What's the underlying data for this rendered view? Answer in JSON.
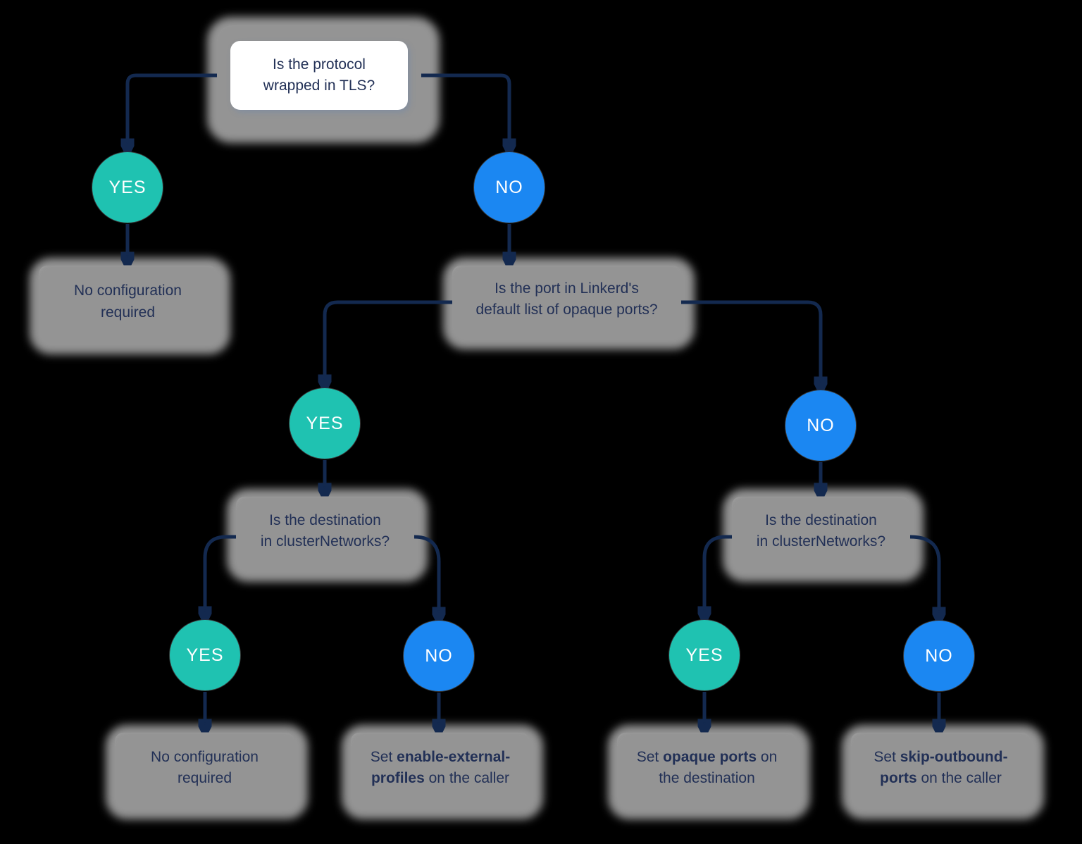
{
  "diagram_type": "decision-tree-flowchart",
  "colors": {
    "background": "#000000",
    "yes_circle": "#1fc2b1",
    "no_circle": "#1b87f2",
    "connector": "#13294f",
    "box_text": "#223056",
    "box_background": "#ffffff",
    "root_highlight": "#ddeafa",
    "halo": "#949494"
  },
  "badges": {
    "yes": "YES",
    "no": "NO"
  },
  "nodes": {
    "root": {
      "text": "Is the protocol wrapped in TLS?",
      "lines": [
        [
          {
            "t": "Is the protocol"
          }
        ],
        [
          {
            "t": "wrapped in TLS?"
          }
        ]
      ]
    },
    "no_config_top": {
      "text": "No configuration required",
      "lines": [
        [
          {
            "t": "No configuration"
          }
        ],
        [
          {
            "t": "required"
          }
        ]
      ]
    },
    "opaque_ports_question": {
      "text": "Is the port in Linkerd's default list of opaque ports?",
      "lines": [
        [
          {
            "t": "Is the port in Linkerd's"
          }
        ],
        [
          {
            "t": "default list of opaque ports?"
          }
        ]
      ]
    },
    "cluster_networks_left": {
      "text": "Is the destination in clusterNetworks?",
      "lines": [
        [
          {
            "t": "Is the destination"
          }
        ],
        [
          {
            "t": "in clusterNetworks?"
          }
        ]
      ]
    },
    "cluster_networks_right": {
      "text": "Is the destination in clusterNetworks?",
      "lines": [
        [
          {
            "t": "Is the destination"
          }
        ],
        [
          {
            "t": "in clusterNetworks?"
          }
        ]
      ]
    },
    "no_config_bottom": {
      "text": "No configuration required",
      "lines": [
        [
          {
            "t": "No configuration"
          }
        ],
        [
          {
            "t": "required"
          }
        ]
      ]
    },
    "enable_external_profiles": {
      "text": "Set enable-external-profiles on the caller",
      "lines": [
        [
          {
            "t": "Set "
          },
          {
            "t": "enable-external-",
            "b": true
          }
        ],
        [
          {
            "t": "profiles",
            "b": true
          },
          {
            "t": " on the caller"
          }
        ]
      ]
    },
    "opaque_ports_destination": {
      "text": "Set opaque ports on the destination",
      "lines": [
        [
          {
            "t": "Set "
          },
          {
            "t": "opaque ports",
            "b": true
          },
          {
            "t": " on"
          }
        ],
        [
          {
            "t": "the destination"
          }
        ]
      ]
    },
    "skip_outbound_ports": {
      "text": "Set skip-outbound-ports on the caller",
      "lines": [
        [
          {
            "t": "Set "
          },
          {
            "t": "skip-outbound-",
            "b": true
          }
        ],
        [
          {
            "t": "ports",
            "b": true
          },
          {
            "t": " on the caller"
          }
        ]
      ]
    }
  }
}
